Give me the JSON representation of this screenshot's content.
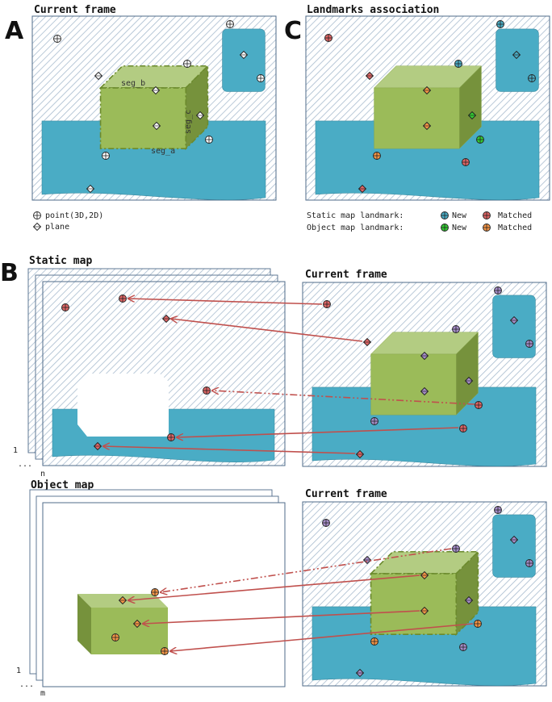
{
  "panels": {
    "a": "A",
    "b": "B",
    "c": "C"
  },
  "titles": {
    "a": "Current frame",
    "c": "Landmarks association",
    "static_map": "Static map",
    "object_map": "Object map",
    "b_frame1": "Current frame",
    "b_frame2": "Current frame"
  },
  "segments": {
    "a": "seg_a",
    "b": "seg_b",
    "c": "seg_c"
  },
  "legend_a": {
    "point": "point(3D,2D)",
    "plane": "plane"
  },
  "legend_c": {
    "static_label": "Static map landmark:",
    "object_label": "Object map landmark:",
    "new": "New",
    "matched": "Matched"
  },
  "stack": {
    "static_one": "1",
    "static_dots": "...",
    "static_n": "n",
    "object_one": "1",
    "object_dots": "...",
    "object_m": "m"
  },
  "colors": {
    "hatch": "#9fb3c8",
    "water": "#4aacc5",
    "cube_front": "#9bbb59",
    "cube_top": "#b3cc82",
    "cube_side": "#76923c",
    "static_new": "#4aacc5",
    "static_matched": "#e06666",
    "object_new": "#33cc33",
    "object_matched": "#f79646",
    "frame_mark": "#a58cc8",
    "arrow": "#c0504d"
  }
}
